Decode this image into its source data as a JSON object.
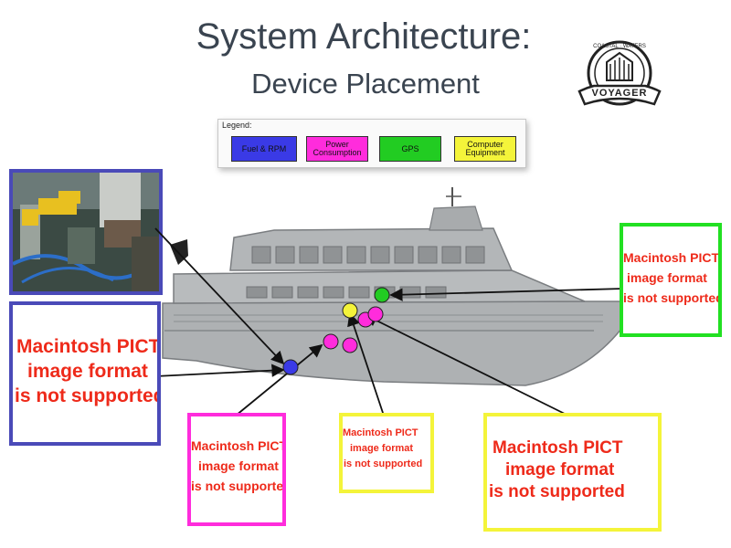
{
  "slide": {
    "title": "System Architecture:",
    "subtitle": "Device Placement"
  },
  "logo": {
    "text": "VOYAGER",
    "ring_text": "COASTAL · WATERS"
  },
  "legend": {
    "title": "Legend:",
    "items": [
      {
        "label_line1": "Fuel & RPM",
        "label_line2": "",
        "color": "#3a3ae6"
      },
      {
        "label_line1": "Power",
        "label_line2": "Consumption",
        "color": "#ff2cdc"
      },
      {
        "label_line1": "GPS",
        "label_line2": "",
        "color": "#22cc22"
      },
      {
        "label_line1": "Computer",
        "label_line2": "Equipment",
        "color": "#f4f43a"
      }
    ]
  },
  "placeholders": {
    "line1": "Macintosh PICT",
    "line2": "image format",
    "line3": "is not supported"
  },
  "colors": {
    "title_text": "#3a4450",
    "blue_frame": "#4a4ab8",
    "magenta_frame": "#ff2cdc",
    "yellow_frame": "#f4f43a",
    "green_frame": "#22e022",
    "placeholder_text": "#ee2a1a"
  }
}
